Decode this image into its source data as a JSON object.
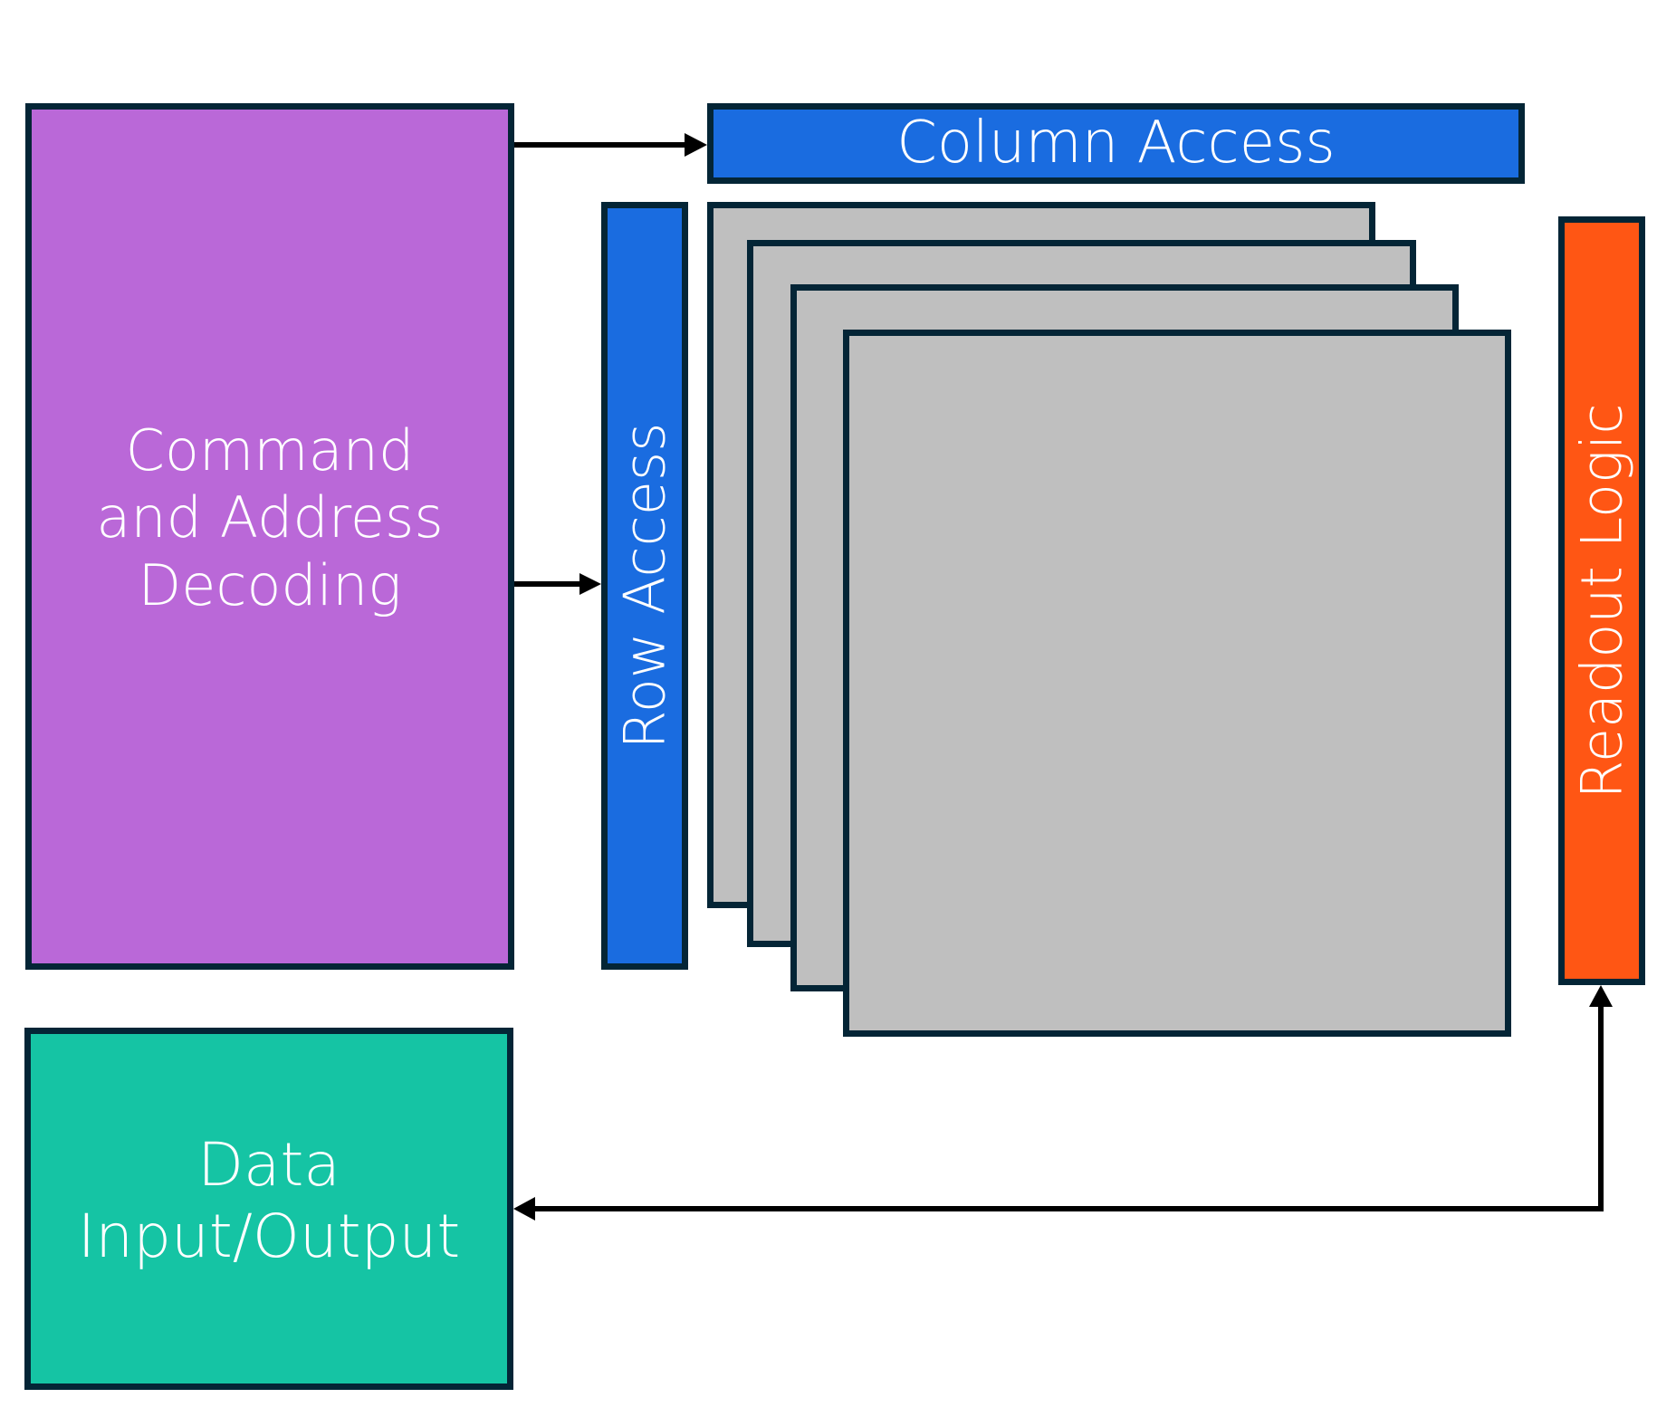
{
  "diagram": {
    "title": "DRAM block diagram",
    "blocks": {
      "command_decoding": {
        "label": "Command and Address Decoding",
        "lines": [
          "Command",
          "and Address",
          "Decoding"
        ],
        "color": "#ba68d8"
      },
      "column_access": {
        "label": "Column Access",
        "color": "#1a6ce0"
      },
      "row_access": {
        "label": "Row Access",
        "color": "#1a6ce0"
      },
      "readout_logic": {
        "label": "Readout Logic",
        "color": "#ff5614"
      },
      "data_io": {
        "label": "Data Input/Output",
        "lines": [
          "Data",
          "Input/Output"
        ],
        "color": "#15c4a4"
      },
      "memory_banks": {
        "count": 4,
        "color": "#bfbfbf"
      }
    },
    "connections": [
      {
        "from": "command_decoding",
        "to": "column_access",
        "direction": "forward"
      },
      {
        "from": "command_decoding",
        "to": "row_access",
        "direction": "forward"
      },
      {
        "from": "readout_logic",
        "to": "data_io",
        "direction": "bidirectional"
      }
    ],
    "border_color": "#042536",
    "arrow_color": "#000000"
  }
}
